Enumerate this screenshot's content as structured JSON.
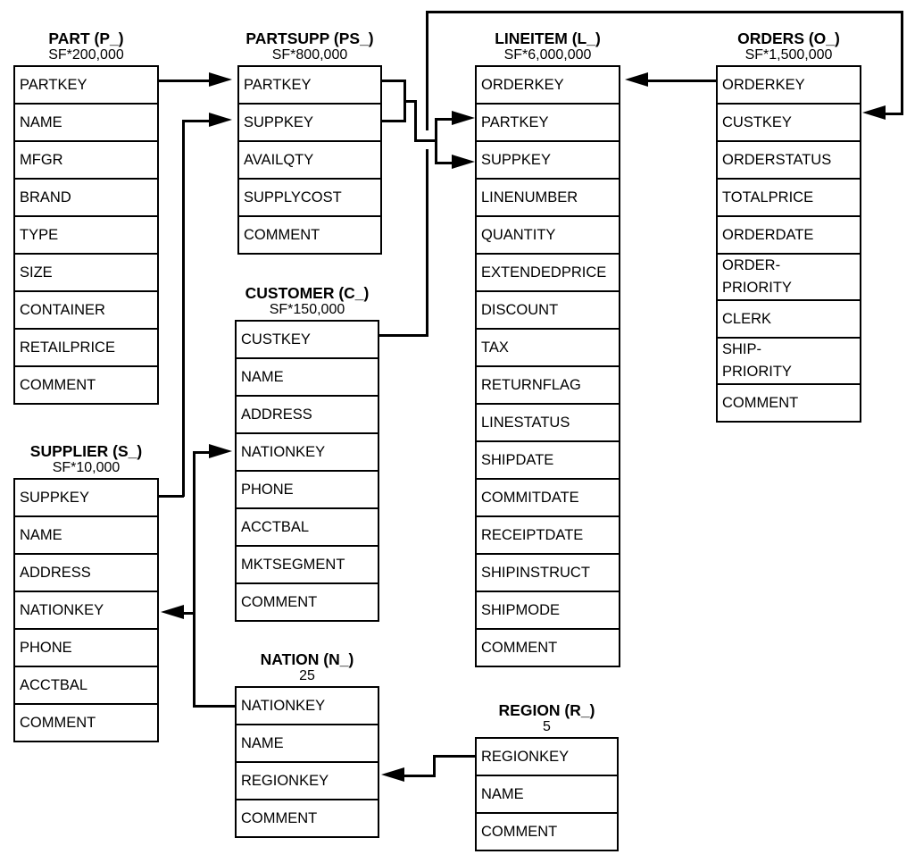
{
  "colors": {
    "background": "#ffffff",
    "line": "#000000"
  },
  "tables": {
    "part": {
      "title": "PART (P_)",
      "cardinality": "SF*200,000",
      "fields": [
        "PARTKEY",
        "NAME",
        "MFGR",
        "BRAND",
        "TYPE",
        "SIZE",
        "CONTAINER",
        "RETAILPRICE",
        "COMMENT"
      ]
    },
    "partsupp": {
      "title": "PARTSUPP (PS_)",
      "cardinality": "SF*800,000",
      "fields": [
        "PARTKEY",
        "SUPPKEY",
        "AVAILQTY",
        "SUPPLYCOST",
        "COMMENT"
      ]
    },
    "lineitem": {
      "title": "LINEITEM (L_)",
      "cardinality": "SF*6,000,000",
      "fields": [
        "ORDERKEY",
        "PARTKEY",
        "SUPPKEY",
        "LINENUMBER",
        "QUANTITY",
        "EXTENDEDPRICE",
        "DISCOUNT",
        "TAX",
        "RETURNFLAG",
        "LINESTATUS",
        "SHIPDATE",
        "COMMITDATE",
        "RECEIPTDATE",
        "SHIPINSTRUCT",
        "SHIPMODE",
        "COMMENT"
      ]
    },
    "orders": {
      "title": "ORDERS (O_)",
      "cardinality": "SF*1,500,000",
      "fields": [
        "ORDERKEY",
        "CUSTKEY",
        "ORDERSTATUS",
        "TOTALPRICE",
        "ORDERDATE",
        "ORDER-\nPRIORITY",
        "CLERK",
        "SHIP-\nPRIORITY",
        "COMMENT"
      ]
    },
    "customer": {
      "title": "CUSTOMER (C_)",
      "cardinality": "SF*150,000",
      "fields": [
        "CUSTKEY",
        "NAME",
        "ADDRESS",
        "NATIONKEY",
        "PHONE",
        "ACCTBAL",
        "MKTSEGMENT",
        "COMMENT"
      ]
    },
    "supplier": {
      "title": "SUPPLIER (S_)",
      "cardinality": "SF*10,000",
      "fields": [
        "SUPPKEY",
        "NAME",
        "ADDRESS",
        "NATIONKEY",
        "PHONE",
        "ACCTBAL",
        "COMMENT"
      ]
    },
    "nation": {
      "title": "NATION (N_)",
      "cardinality": "25",
      "fields": [
        "NATIONKEY",
        "NAME",
        "REGIONKEY",
        "COMMENT"
      ]
    },
    "region": {
      "title": "REGION (R_)",
      "cardinality": "5",
      "fields": [
        "REGIONKEY",
        "NAME",
        "COMMENT"
      ]
    }
  },
  "relationships": [
    {
      "from": "PART.PARTKEY",
      "to": "PARTSUPP.PARTKEY"
    },
    {
      "from": "SUPPLIER.SUPPKEY",
      "to": "PARTSUPP.SUPPKEY"
    },
    {
      "from": "PARTSUPP.PARTKEY",
      "to": "LINEITEM.PARTKEY"
    },
    {
      "from": "PARTSUPP.SUPPKEY",
      "to": "LINEITEM.SUPPKEY"
    },
    {
      "from": "ORDERS.ORDERKEY",
      "to": "LINEITEM.ORDERKEY"
    },
    {
      "from": "CUSTOMER.CUSTKEY",
      "to": "ORDERS.CUSTKEY"
    },
    {
      "from": "NATION.NATIONKEY",
      "to": "CUSTOMER.NATIONKEY"
    },
    {
      "from": "NATION.NATIONKEY",
      "to": "SUPPLIER.NATIONKEY"
    },
    {
      "from": "REGION.REGIONKEY",
      "to": "NATION.REGIONKEY"
    }
  ]
}
